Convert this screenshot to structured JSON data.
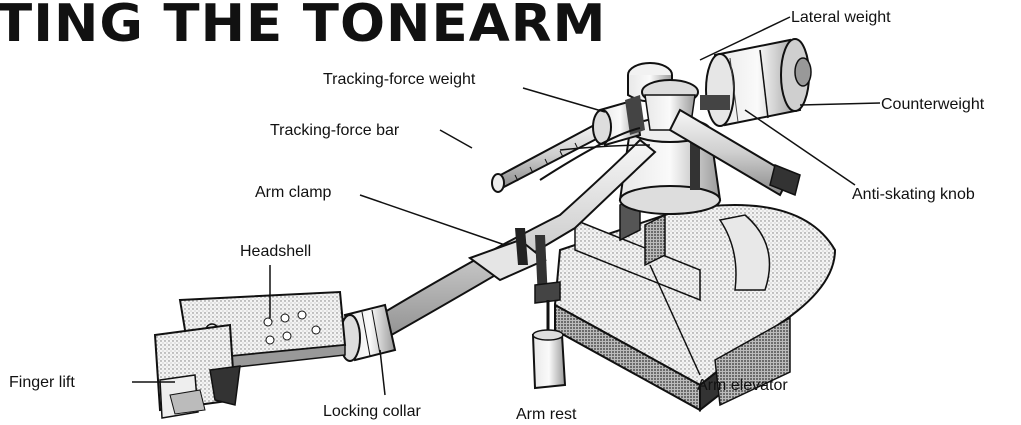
{
  "title": "TING THE TONEARM",
  "labels": {
    "lateral_weight": "Lateral weight",
    "tracking_force_weight": "Tracking-force weight",
    "counterweight": "Counterweight",
    "tracking_force_bar": "Tracking-force bar",
    "anti_skating_knob": "Anti-skating knob",
    "arm_clamp": "Arm clamp",
    "headshell": "Headshell",
    "finger_lift": "Finger lift",
    "locking_collar": "Locking collar",
    "arm_rest": "Arm rest",
    "arm_elevator": "Arm elevator"
  }
}
